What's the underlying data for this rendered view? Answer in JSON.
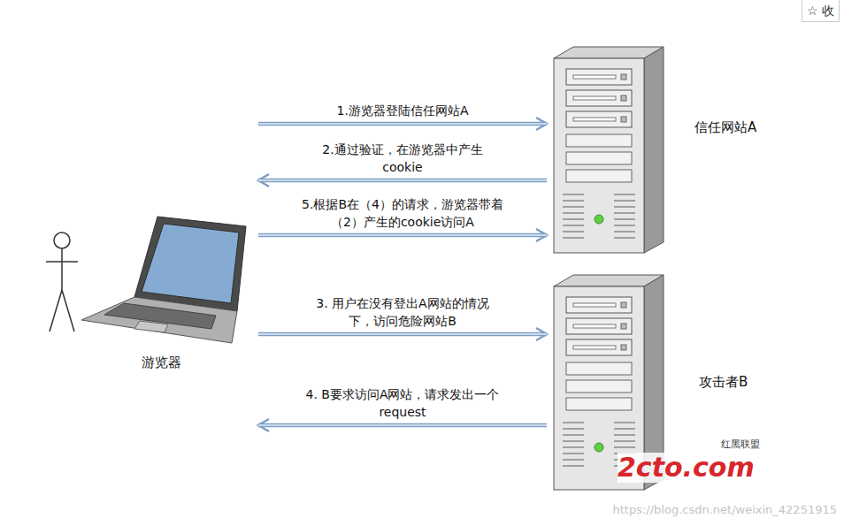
{
  "diagram": {
    "nodes": [
      {
        "text": [
          "游览器"
        ]
      },
      {
        "text": [
          "信任网站A"
        ]
      },
      {
        "text": [
          "攻击者B"
        ]
      }
    ],
    "edges": [
      {
        "from": 0,
        "to": 1,
        "label": "1.游览器登陆信任网站A",
        "arrow": "to"
      },
      {
        "from": 1,
        "to": 0,
        "label": "2.通过验证，在游览器中产生 cookie",
        "arrow": "to"
      },
      {
        "from": 0,
        "to": 1,
        "label": "5.根据B在（4）的请求，游览器带着 （2）产生的cookie访问A",
        "arrow": "to"
      },
      {
        "from": 0,
        "to": 2,
        "label": "3. 用户在没有登出A网站的情况 下，访问危险网站B",
        "arrow": "to"
      },
      {
        "from": 2,
        "to": 0,
        "label": "4. B要求访问A网站，请求发出一个 request",
        "arrow": "to"
      }
    ],
    "labels": [
      "☆ 收",
      "2cto.com",
      "红黑联盟",
      "https://blog.csdn.net/weixin_42251915"
    ]
  }
}
